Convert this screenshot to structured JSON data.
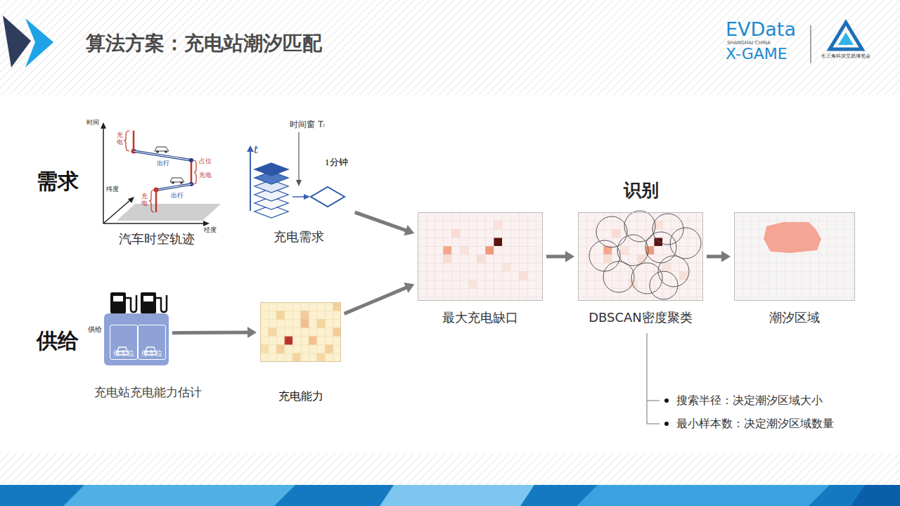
{
  "diagram": {
    "title": "算法方案：充电站潮汐匹配",
    "nodes": [
      {
        "text": [
          "汽车时空轨迹"
        ]
      },
      {
        "text": [
          "充电需求"
        ]
      },
      {
        "text": [
          "充电站充电能力估计"
        ]
      },
      {
        "text": [
          "停车位"
        ],
        "in": 2
      },
      {
        "text": [
          "停车位"
        ],
        "in": 2
      },
      {
        "text": [
          "充电能力"
        ]
      },
      {
        "text": [
          "最大充电缺口"
        ]
      },
      {
        "text": [
          "DBSCAN密度聚类"
        ]
      },
      {
        "text": [
          "潮汐区域"
        ]
      }
    ],
    "edges": [
      {
        "from": 2,
        "to": 5,
        "arrow": "to"
      },
      {
        "from": 1,
        "to": 6,
        "arrow": "to"
      },
      {
        "from": 5,
        "to": 6,
        "arrow": "to"
      },
      {
        "from": 6,
        "to": 7,
        "arrow": "to"
      },
      {
        "from": 7,
        "to": 8,
        "arrow": "to"
      }
    ],
    "labels": [
      "EVData",
      "SHANGHAI CHINA",
      "X-GAME",
      "长三角科技交易博览会",
      "需求",
      "供给",
      "时间",
      "纬度",
      "经度",
      "充电",
      "出行",
      "占位",
      "充电",
      "充电",
      "出行",
      "时间窗 Tᵢ",
      "t",
      "1分钟",
      "供给",
      "识别",
      "搜索半径：决定潮汐区域大小",
      "最小样本数：决定潮汐区域数量"
    ]
  }
}
